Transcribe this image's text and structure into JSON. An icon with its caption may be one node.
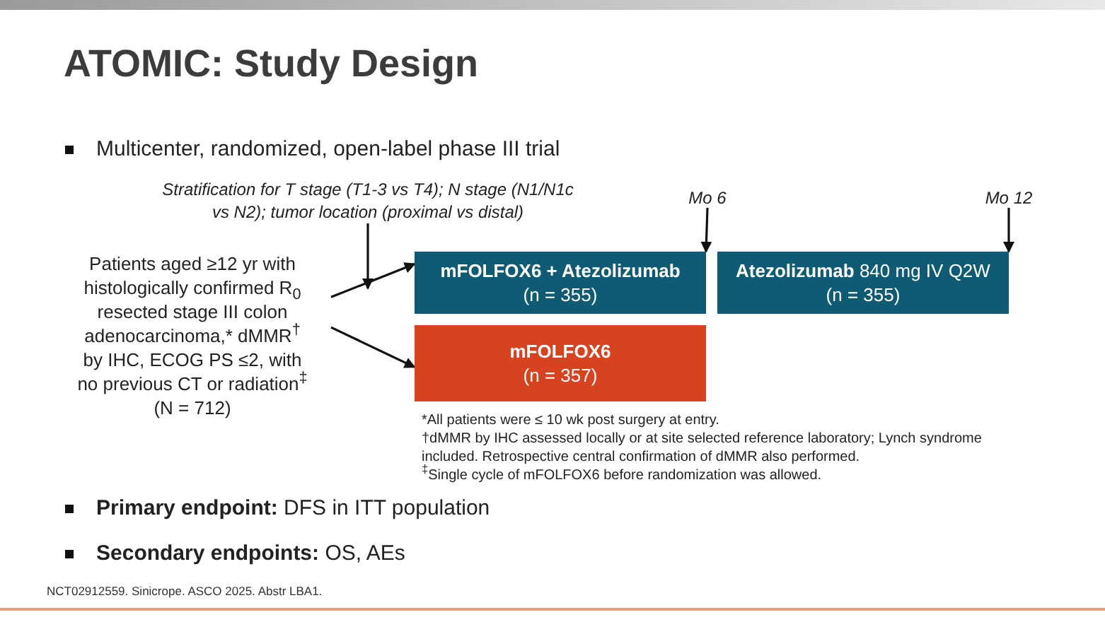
{
  "diagram": {
    "title": "ATOMIC: Study Design",
    "nodes": [
      {
        "text": [
          "Patients aged ≥12 yr with histologically confirmed R$_{0}$ resected stage III colon adenocarcinoma,* dMMR$^{†}$ by IHC, ECOG PS ≤2, with no previous CT or radiation$^{‡}$ (N = 712)"
        ]
      },
      {
        "text": [
          "Stratification for T stage (T1-3 vs T4); N stage (N1/N1c vs N2); tumor location (proximal vs distal)"
        ]
      },
      {
        "text": [
          "mFOLFOX6 + Atezolizumab",
          "(n = 355)"
        ]
      },
      {
        "text": [
          "**Atezolizumab** 840 mg IV Q2W",
          "(n = 355)"
        ]
      },
      {
        "text": [
          "mFOLFOX6",
          "(n = 357)"
        ]
      },
      {
        "text": [
          "Mo 6"
        ]
      },
      {
        "text": [
          "Mo 12"
        ]
      }
    ],
    "edges": [
      {
        "from": 0,
        "to": 2,
        "arrow": "to"
      },
      {
        "from": 0,
        "to": 4,
        "arrow": "to"
      },
      {
        "from": 1,
        "to": null,
        "arrow": "to"
      },
      {
        "from": 5,
        "to": 2,
        "arrow": "to"
      },
      {
        "from": 6,
        "to": 3,
        "arrow": "to"
      }
    ],
    "labels": [
      "Multicenter, randomized, open-label phase III trial",
      "*All patients were ≤ 10 wk post surgery at entry.",
      "†dMMR by IHC assessed locally or at site selected reference laboratory; Lynch syndrome included. Retrospective central confirmation of dMMR also performed.",
      "$^{‡}$Single cycle of mFOLFOX6 before randomization was allowed.",
      "**Primary endpoint:** DFS in ITT population",
      "**Secondary endpoints:** OS, AEs",
      "NCT02912559. Sinicrope. ASCO 2025. Abstr LBA1."
    ]
  }
}
